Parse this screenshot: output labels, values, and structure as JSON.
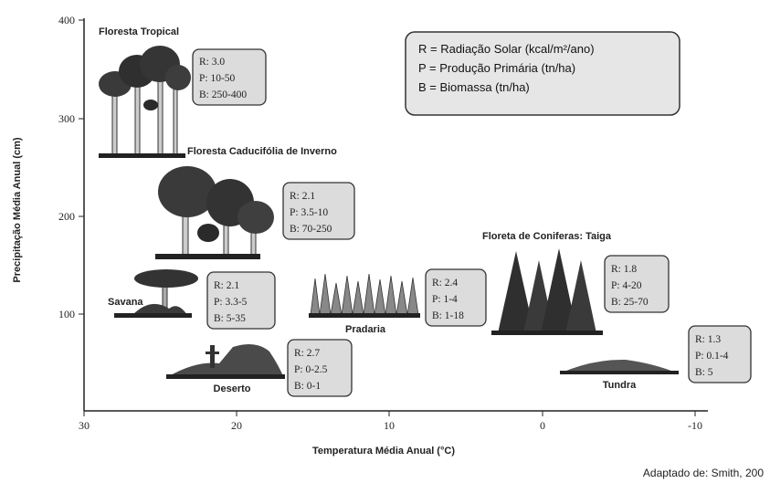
{
  "axes": {
    "y_title": "Precipitação Média Anual (cm)",
    "x_title": "Temperatura Média Anual (°C)",
    "y_ticks": [
      "400",
      "300",
      "200",
      "100"
    ],
    "x_ticks": [
      "30",
      "20",
      "10",
      "0",
      "-10"
    ]
  },
  "legend": {
    "line1": "R = Radiação Solar (kcal/m²/ano)",
    "line2": "P = Produção Primária (tn/ha)",
    "line3": "B = Biomassa (tn/ha)"
  },
  "credit": "Adaptado de: Smith, 200",
  "biomes": {
    "floresta_tropical": {
      "name": "Floresta Tropical",
      "r": "R: 3.0",
      "p": "P: 10-50",
      "b": "B: 250-400"
    },
    "floresta_caducifolia": {
      "name": "Floresta Caducifólia de Inverno",
      "r": "R: 2.1",
      "p": "P: 3.5-10",
      "b": "B: 70-250"
    },
    "savana": {
      "name": "Savana",
      "r": "R: 2.1",
      "p": "P: 3.3-5",
      "b": "B: 5-35"
    },
    "pradaria": {
      "name": "Pradaria",
      "r": "R: 2.4",
      "p": "P: 1-4",
      "b": "B: 1-18"
    },
    "floresta_coniferas": {
      "name": "Floreta de Coniferas: Taiga",
      "r": "R: 1.8",
      "p": "P: 4-20",
      "b": "B: 25-70"
    },
    "deserto": {
      "name": "Deserto",
      "r": "R: 2.7",
      "p": "P: 0-2.5",
      "b": "B: 0-1"
    },
    "tundra": {
      "name": "Tundra",
      "r": "R: 1.3",
      "p": "P: 0.1-4",
      "b": "B: 5"
    }
  }
}
